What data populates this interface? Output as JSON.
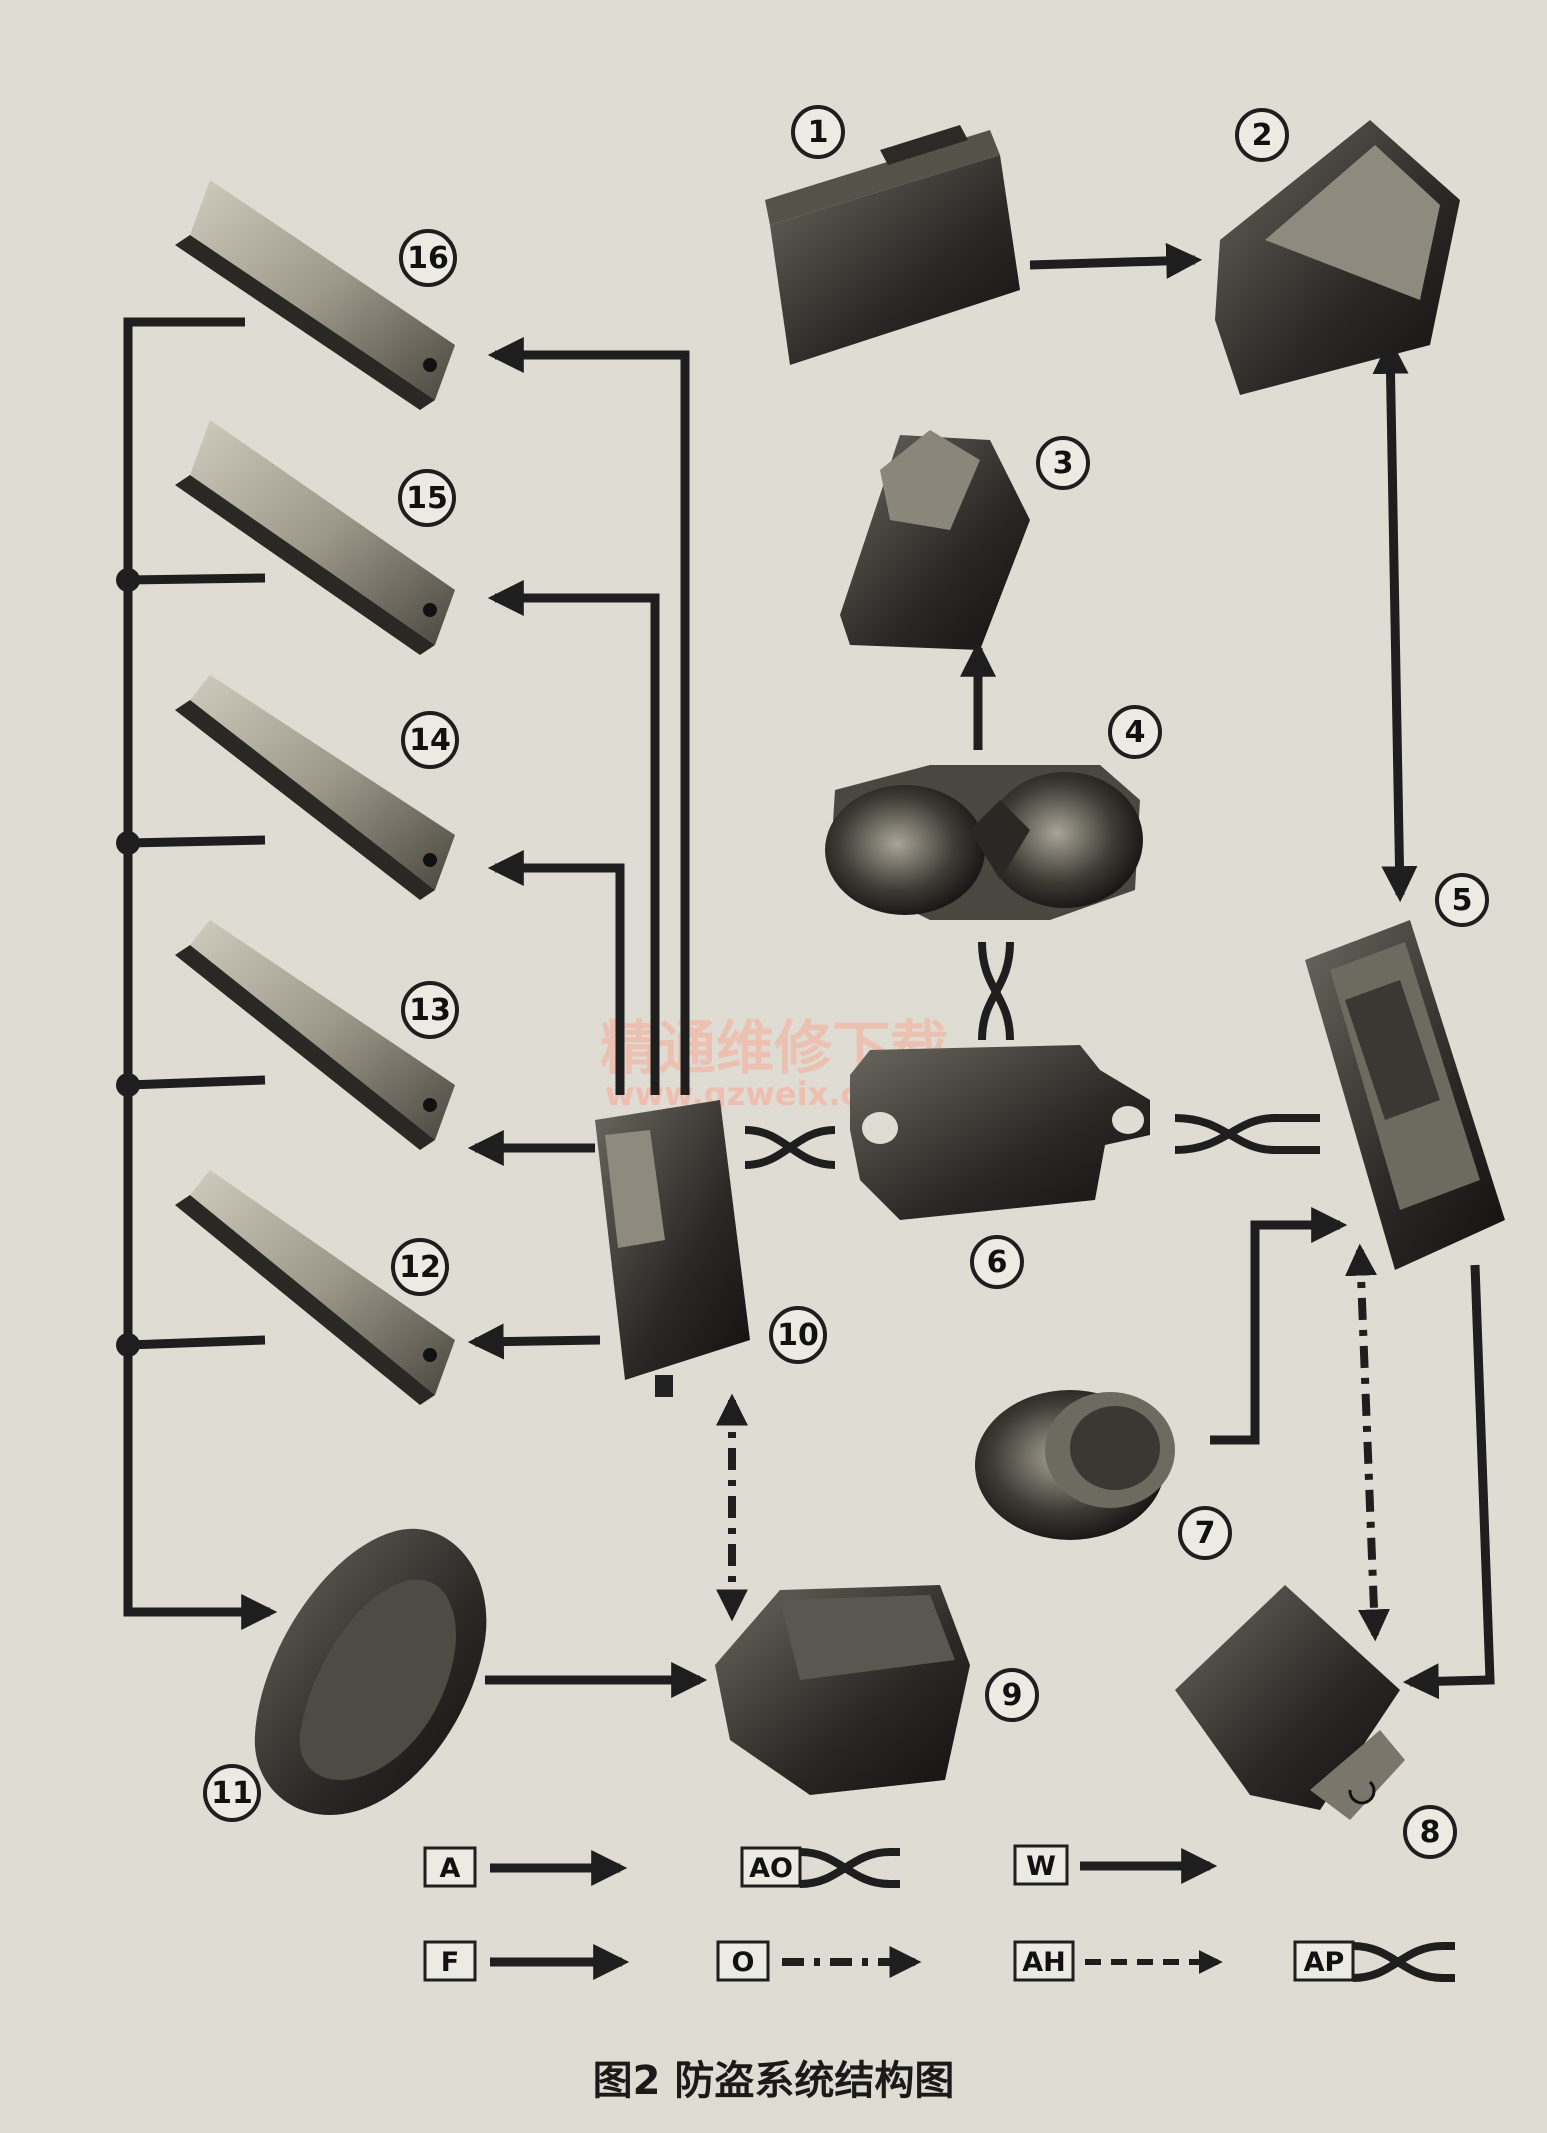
{
  "components": [
    {
      "id": "1",
      "label": "1"
    },
    {
      "id": "2",
      "label": "2"
    },
    {
      "id": "3",
      "label": "3"
    },
    {
      "id": "4",
      "label": "4"
    },
    {
      "id": "5",
      "label": "5"
    },
    {
      "id": "6",
      "label": "6"
    },
    {
      "id": "7",
      "label": "7"
    },
    {
      "id": "8",
      "label": "8"
    },
    {
      "id": "9",
      "label": "9"
    },
    {
      "id": "10",
      "label": "10"
    },
    {
      "id": "11",
      "label": "11"
    },
    {
      "id": "12",
      "label": "12"
    },
    {
      "id": "13",
      "label": "13"
    },
    {
      "id": "14",
      "label": "14"
    },
    {
      "id": "15",
      "label": "15"
    },
    {
      "id": "16",
      "label": "16"
    }
  ],
  "legend": {
    "A": "A",
    "F": "F",
    "AO": "AO",
    "O": "O",
    "W": "W",
    "AH": "AH",
    "AP": "AP"
  },
  "watermark": {
    "text": "精通维修下载",
    "url": "www.gzweix.com"
  },
  "caption": "图2 防盗系统结构图",
  "colors": {
    "background": "#dedcd3",
    "line": "#1e1e1e",
    "watermark": "#f2b8a8"
  }
}
